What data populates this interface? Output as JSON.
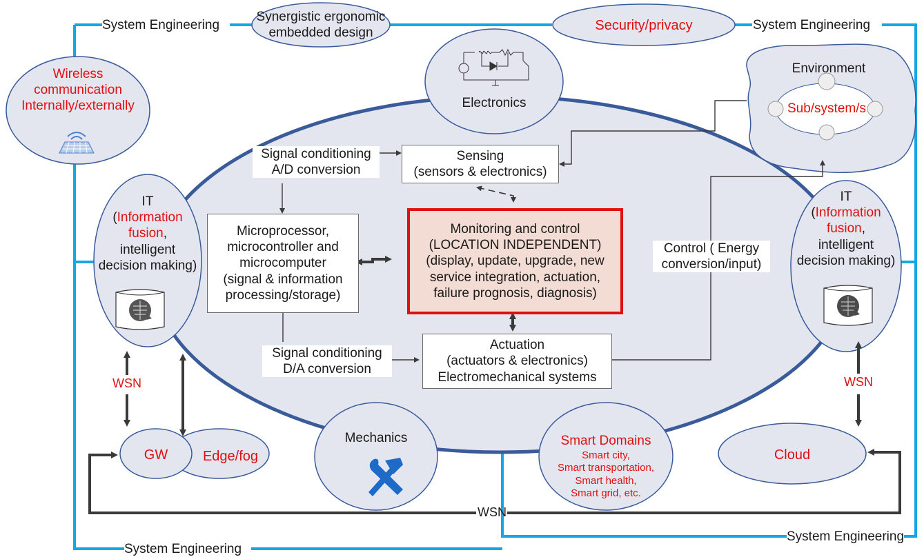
{
  "system_engineering": {
    "top_left": "System Engineering",
    "top_right": "System Engineering",
    "bottom_left": "System Engineering",
    "bottom_right": "System Engineering"
  },
  "synergistic": [
    "Synergistic ergonomic",
    "embedded design"
  ],
  "security": "Security/privacy",
  "electronics": "Electronics",
  "wireless": [
    "Wireless",
    "communication",
    "Internally/externally"
  ],
  "environment": {
    "title": "Environment",
    "sub": "Sub/system/s"
  },
  "it_left": {
    "title": "IT",
    "paren_open": "(",
    "fusion1": "Information",
    "fusion2": "fusion",
    "comma": ",",
    "line3": "intelligent",
    "line4": "decision making)"
  },
  "it_right": {
    "title": "IT",
    "paren_open": "(",
    "fusion1": "Information",
    "fusion2": "fusion",
    "comma": ",",
    "line3": "intelligent",
    "line4": "decision making)"
  },
  "sensing": [
    "Sensing",
    "(sensors & electronics)"
  ],
  "signal_ad": [
    "Signal conditioning",
    "A/D conversion"
  ],
  "signal_da": [
    "Signal conditioning",
    "D/A conversion"
  ],
  "micro": [
    "Microprocessor,",
    "microcontroller and",
    "microcomputer",
    "(signal & information",
    "processing/storage)"
  ],
  "monitoring": [
    "Monitoring and control",
    "(LOCATION INDEPENDENT)",
    "(display, update, upgrade, new",
    "service integration,  actuation,",
    "failure prognosis, diagnosis)"
  ],
  "actuation": [
    "Actuation",
    "(actuators & electronics)",
    "Electromechanical systems"
  ],
  "control": [
    "Control ( Energy",
    "conversion/input)"
  ],
  "wsn_left": "WSN",
  "wsn_right": "WSN",
  "wsn_bottom": "WSN",
  "gw": "GW",
  "edge": "Edge/fog",
  "mechanics": "Mechanics",
  "smart": {
    "title": "Smart Domains",
    "items": [
      "Smart city,",
      "Smart transportation,",
      "Smart health,",
      "Smart grid, etc."
    ]
  },
  "cloud": "Cloud",
  "colors": {
    "blue_line": "#16a6e6",
    "ellipse_fill": "#e3e5ef",
    "ellipse_stroke": "#3a5b9a",
    "red": "#e01010",
    "arrow": "#3a3a3a",
    "monitor_fill": "#f3dcd3"
  },
  "icons": [
    "circuit-icon",
    "wifi-keyboard-icon",
    "brain-icon",
    "tools-icon"
  ]
}
